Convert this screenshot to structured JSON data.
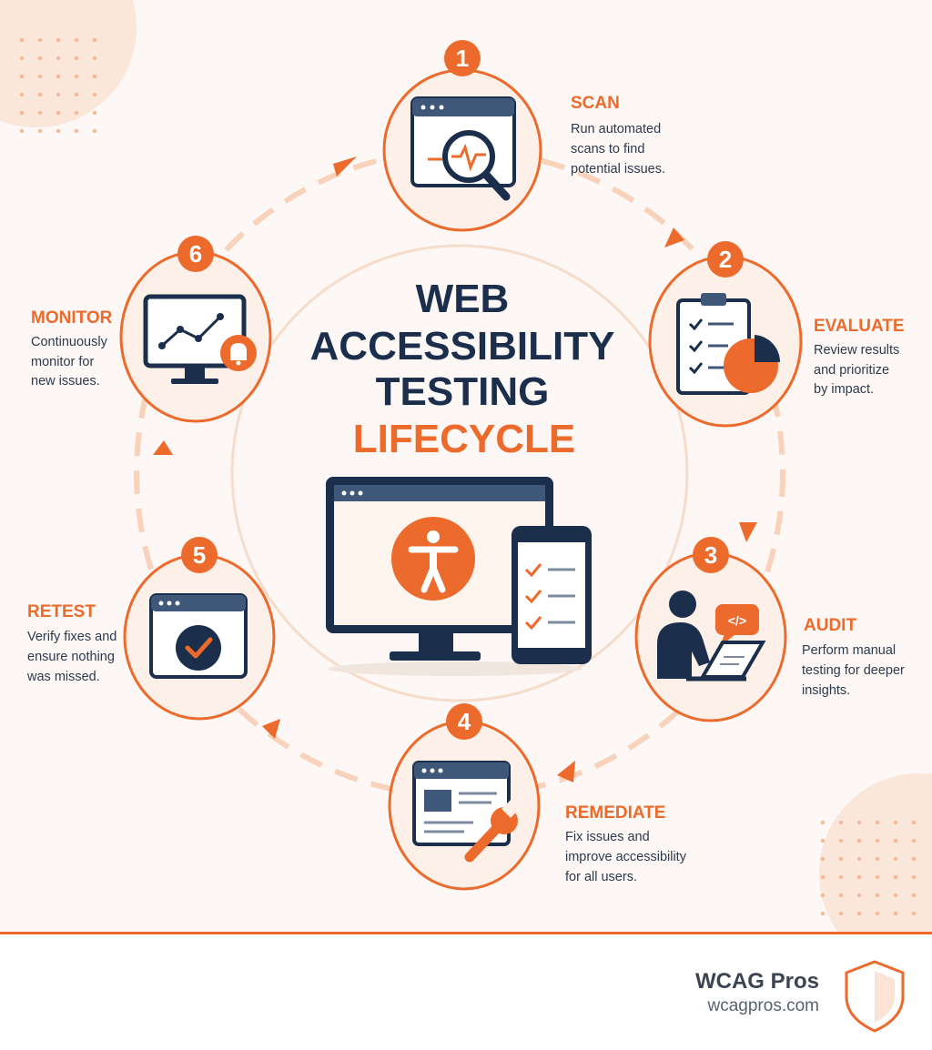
{
  "title": {
    "line1": "WEB",
    "line2": "ACCESSIBILITY",
    "line3": "TESTING",
    "line4": "LIFECYCLE"
  },
  "steps": [
    {
      "number": "1",
      "title": "SCAN",
      "desc": [
        "Run automated",
        "scans to find",
        "potential issues."
      ],
      "icon": "magnifier-browser-icon"
    },
    {
      "number": "2",
      "title": "EVALUATE",
      "desc": [
        "Review results",
        "and prioritize",
        "by impact."
      ],
      "icon": "clipboard-chart-icon"
    },
    {
      "number": "3",
      "title": "AUDIT",
      "desc": [
        "Perform manual",
        "testing for deeper",
        "insights."
      ],
      "icon": "person-laptop-code-icon"
    },
    {
      "number": "4",
      "title": "REMEDIATE",
      "desc": [
        "Fix issues and",
        "improve accessibility",
        "for all users."
      ],
      "icon": "browser-wrench-icon"
    },
    {
      "number": "5",
      "title": "RETEST",
      "desc": [
        "Verify fixes and",
        "ensure nothing",
        "was missed."
      ],
      "icon": "browser-checkmark-icon"
    },
    {
      "number": "6",
      "title": "MONITOR",
      "desc": [
        "Continuously",
        "monitor for",
        "new issues."
      ],
      "icon": "monitor-graph-bell-icon"
    }
  ],
  "brand": {
    "name": "WCAG Pros",
    "url": "wcagpros.com"
  },
  "colors": {
    "accent": "#ec6a2c",
    "navy": "#1b2e4b",
    "background": "#fdf8f5"
  }
}
